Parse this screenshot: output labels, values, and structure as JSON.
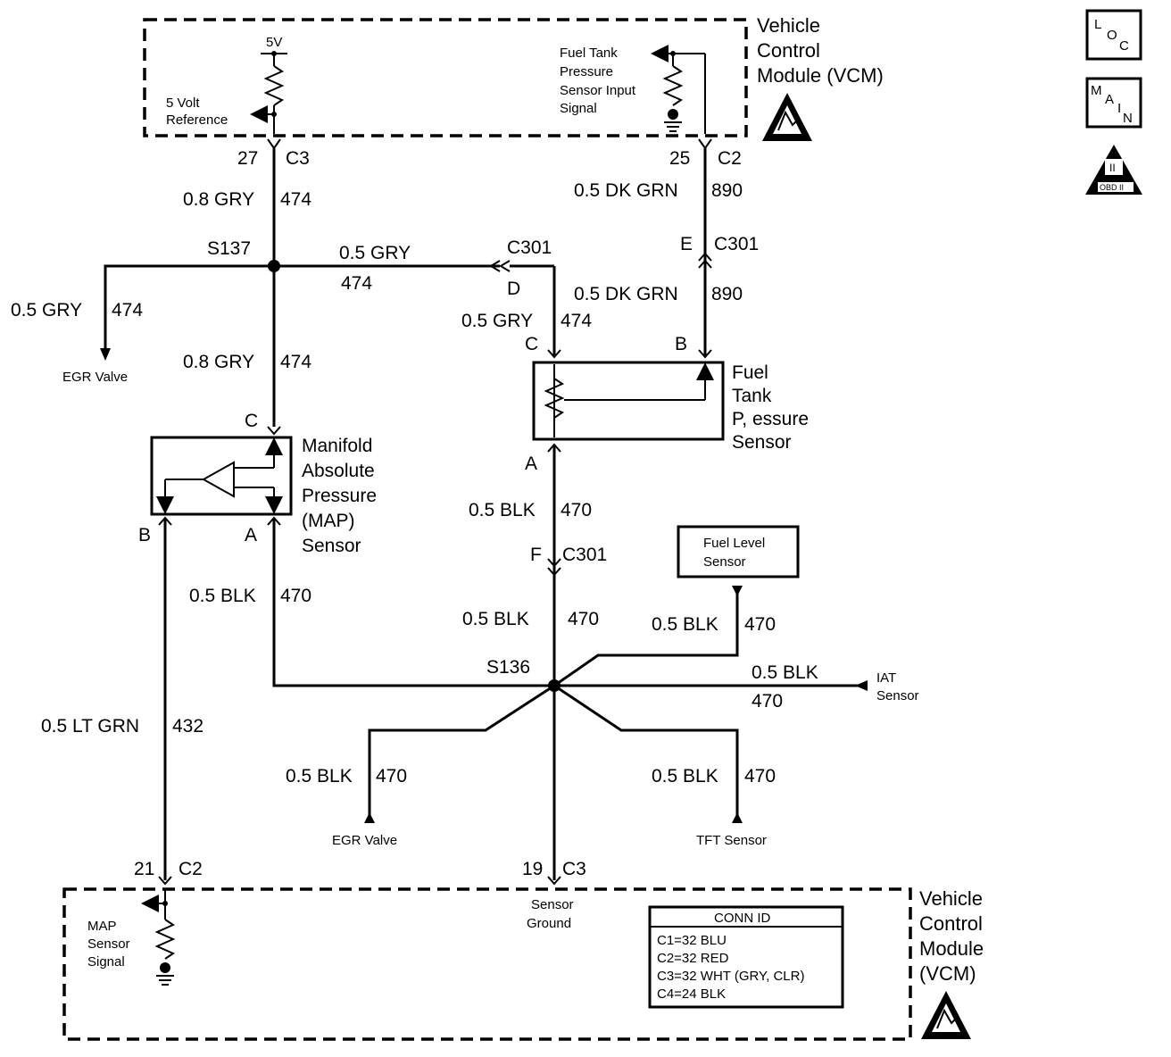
{
  "vcm_top": {
    "title_lines": [
      "Vehicle",
      "Control",
      "Module (VCM)"
    ],
    "v5_label": "5V",
    "ref_lines": [
      "5 Volt",
      "Reference"
    ],
    "ftp_input_lines": [
      "Fuel Tank",
      "Pressure",
      "Sensor Input",
      "Signal"
    ]
  },
  "vcm_bottom": {
    "title_lines": [
      "Vehicle",
      "Control",
      "Module",
      "(VCM)"
    ],
    "map_signal_lines": [
      "MAP",
      "Sensor",
      "Signal"
    ],
    "sensor_ground_lines": [
      "Sensor",
      "Ground"
    ]
  },
  "conn_id": {
    "header": "CONN ID",
    "rows": [
      "C1=32 BLU",
      "C2=32 RED",
      "C3=32 WHT (GRY, CLR)",
      "C4=24 BLK"
    ]
  },
  "side_icons": {
    "loc": [
      "L",
      "O",
      "C"
    ],
    "main": [
      "M",
      "A",
      "I",
      "N"
    ],
    "obd": [
      "II",
      "OBD II"
    ]
  },
  "pins": {
    "top_c3_num": "27",
    "top_c3": "C3",
    "top_c2_num": "25",
    "top_c2": "C2",
    "bot_c2_num": "21",
    "bot_c2": "C2",
    "bot_c3_num": "19",
    "bot_c3": "C3",
    "c301_e": "E",
    "c301_e_name": "C301",
    "c301_d_name": "C301",
    "c301_d": "D",
    "c301_f": "F",
    "c301_f_name": "C301",
    "ftp_c": "C",
    "ftp_b": "B",
    "ftp_a": "A",
    "map_c": "C",
    "map_b": "B",
    "map_a": "A"
  },
  "splices": {
    "s137": "S137",
    "s136": "S136"
  },
  "wires": {
    "w1_color": "0.8 GRY",
    "w1_num": "474",
    "w2_color": "0.5 DK GRN",
    "w2_num": "890",
    "w3_color": "0.5 GRY",
    "w3_num": "474",
    "w4_color": "0.5 DK GRN",
    "w4_num": "890",
    "w5_color": "0.5 GRY",
    "w5_num": "474",
    "w6_color": "0.5 GRY",
    "w6_num": "474",
    "w7_color": "0.8 GRY",
    "w7_num": "474",
    "w8_color": "0.5 BLK",
    "w8_num": "470",
    "w9_color": "0.5 BLK",
    "w9_num": "470",
    "w10_color": "0.5 BLK",
    "w10_num": "470",
    "w11_color": "0.5 BLK",
    "w11_num": "470",
    "w12_color": "0.5 BLK",
    "w12_num": "470",
    "w13_color": "0.5 LT GRN",
    "w13_num": "432",
    "w14_color": "0.5 BLK",
    "w14_num": "470",
    "w15_color": "0.5 BLK",
    "w15_num": "470"
  },
  "components": {
    "egr_top": "EGR Valve",
    "egr_bottom": "EGR Valve",
    "ftp_lines": [
      "Fuel",
      "Tank",
      "P, essure",
      "Sensor"
    ],
    "map_lines": [
      "Manifold",
      "Absolute",
      "Pressure",
      "(MAP)",
      "Sensor"
    ],
    "fuel_level_lines": [
      "Fuel Level",
      "Sensor"
    ],
    "iat_lines": [
      "IAT",
      "Sensor"
    ],
    "tft": "TFT Sensor"
  }
}
